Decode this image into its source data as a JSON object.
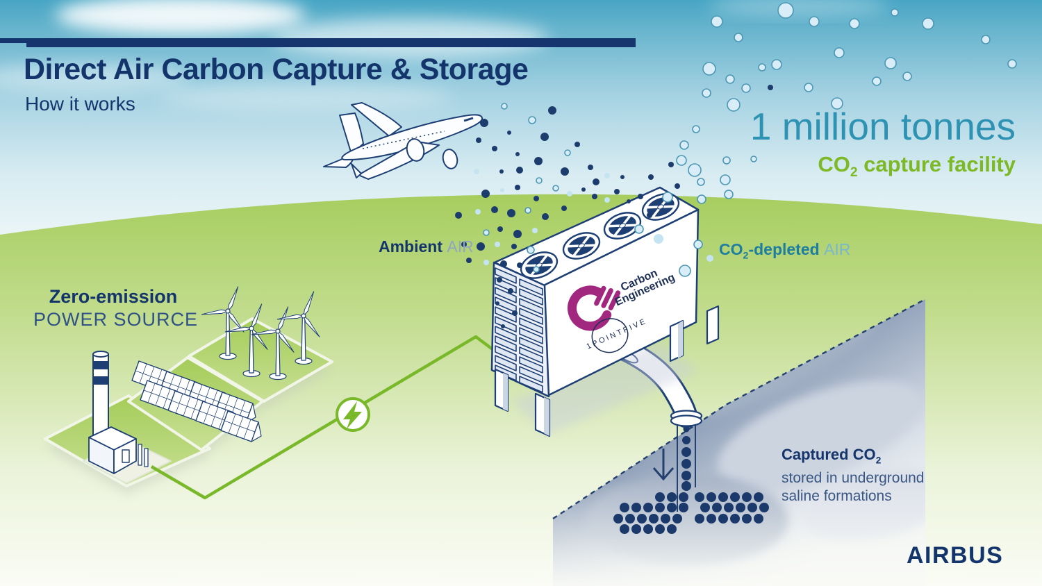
{
  "page": {
    "title": "Direct Air Carbon Capture & Storage",
    "subtitle": "How it works"
  },
  "capacity": {
    "headline": "1 million tonnes",
    "line2_prefix": "CO",
    "line2_subscript": "2",
    "line2_suffix": " capture facility"
  },
  "flow_labels": {
    "ambient_bold": "Ambient",
    "ambient_light": "AIR",
    "depleted_prefix": "CO",
    "depleted_subscript": "2",
    "depleted_bold_suffix": "-depleted",
    "depleted_light": "AIR"
  },
  "power_source": {
    "line1": "Zero-emission",
    "line2": "POWER SOURCE"
  },
  "facility": {
    "brand_line1": "Carbon",
    "brand_line2": "Engineering",
    "partner_brand": "1POINTFIVE"
  },
  "storage_note": {
    "line1_prefix": "Captured CO",
    "line1_subscript": "2",
    "line2": "stored in underground",
    "line3": "saline formations"
  },
  "brand": {
    "logo_text": "AIRBUS"
  },
  "colors": {
    "navy": "#16356e",
    "teal_heading": "#2e92b2",
    "green_heading": "#7db826",
    "power_line_green": "#79b829",
    "logo_magenta": "#a2277e",
    "hill_green": "#a3cb58",
    "underground_gray": "#93a3bb"
  }
}
